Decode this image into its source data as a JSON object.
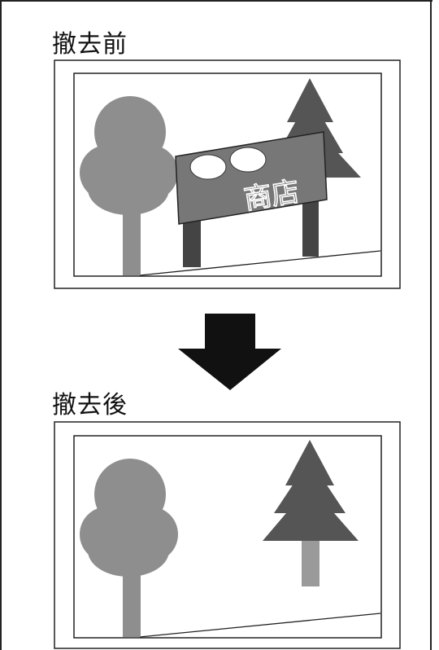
{
  "before": {
    "caption": "撤去前",
    "sign_text": "商店"
  },
  "after": {
    "caption": "撤去後"
  },
  "colors": {
    "tree_round": "#8e8e8e",
    "tree_pine": "#555555",
    "trunk_dark": "#444444",
    "trunk_light": "#9a9a9a",
    "sign_panel": "#777777",
    "arrow": "#111111"
  }
}
